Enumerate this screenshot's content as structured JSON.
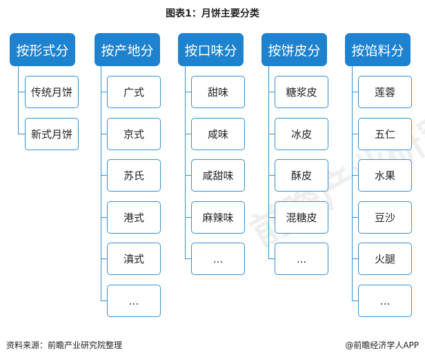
{
  "title": "图表1：月饼主要分类",
  "source": "资料来源：前瞻产业研究院整理",
  "brand": "@前瞻经济学人APP",
  "watermark": "前瞻产业研究院",
  "colors": {
    "header_bg": "#1f82cf",
    "border": "#2f8fd6"
  },
  "categories": [
    {
      "name": "按形式分",
      "items": [
        "传统月饼",
        "新式月饼"
      ]
    },
    {
      "name": "按产地分",
      "items": [
        "广式",
        "京式",
        "苏氏",
        "港式",
        "滇式",
        "..."
      ]
    },
    {
      "name": "按口味分",
      "items": [
        "甜味",
        "咸味",
        "咸甜味",
        "麻辣味",
        "..."
      ]
    },
    {
      "name": "按饼皮分",
      "items": [
        "糖浆皮",
        "冰皮",
        "酥皮",
        "混糖皮",
        "..."
      ]
    },
    {
      "name": "按馅料分",
      "items": [
        "莲蓉",
        "五仁",
        "水果",
        "豆沙",
        "火腿",
        "..."
      ]
    }
  ]
}
